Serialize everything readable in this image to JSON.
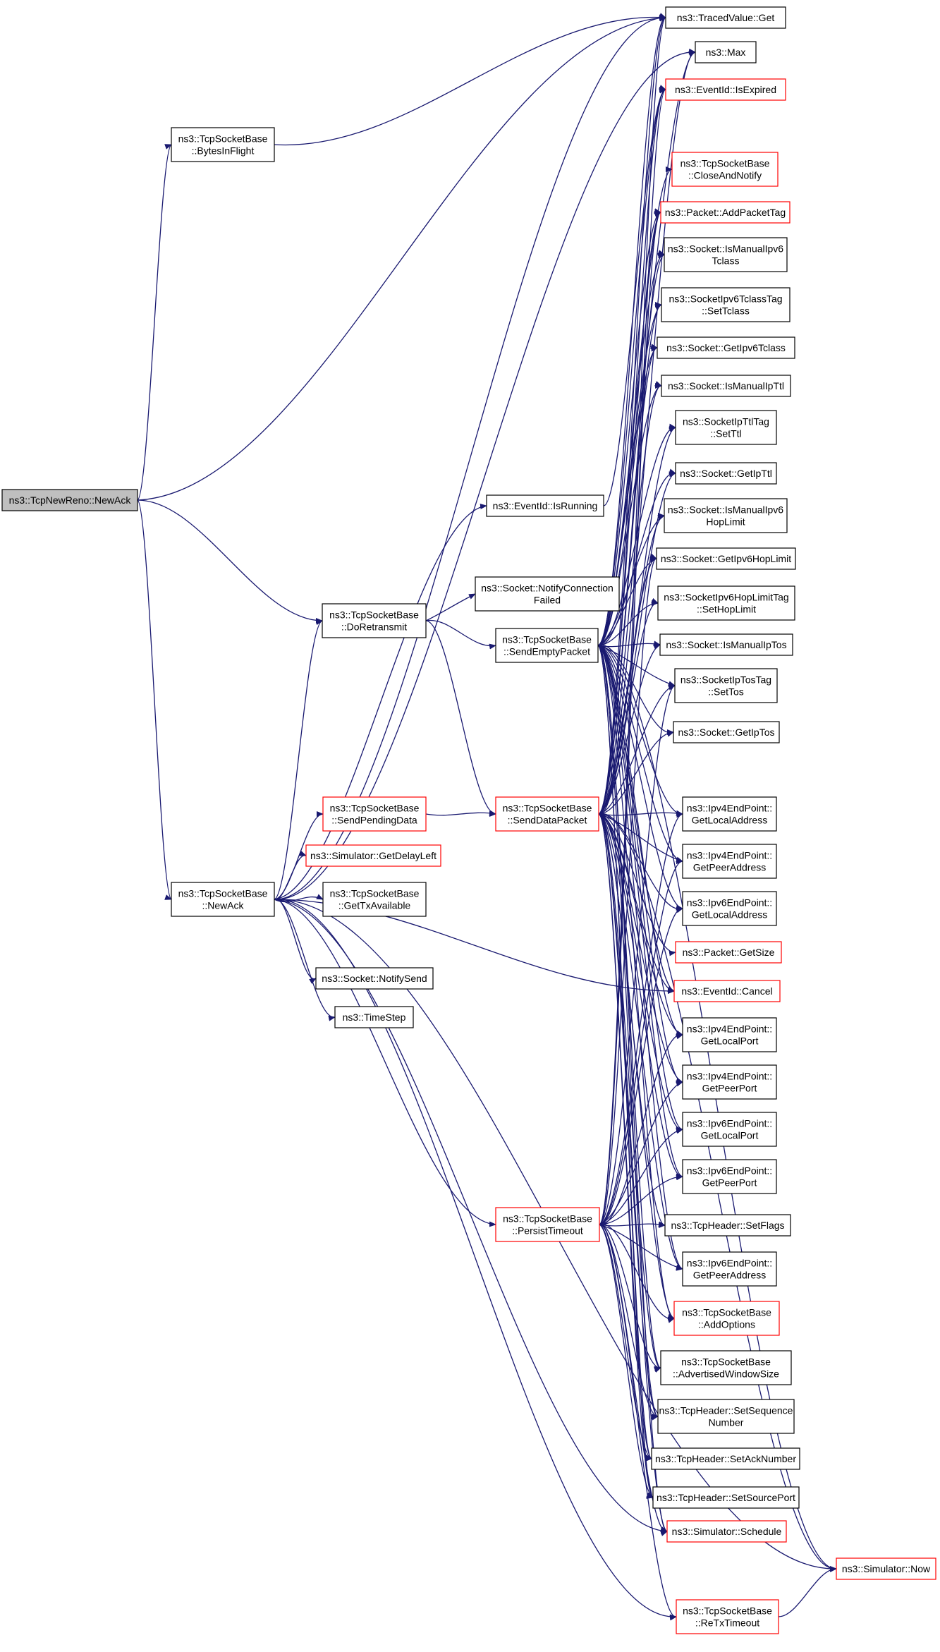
{
  "colors": {
    "edge": "#191970",
    "normal_border": "#000000",
    "highlight_border": "#ff0000",
    "root_fill": "#bfbfbf",
    "background": "#ffffff"
  },
  "nodes": [
    {
      "id": "traced-value-get",
      "lines": [
        "ns3::TracedValue::Get"
      ],
      "style": "normal"
    },
    {
      "id": "max",
      "lines": [
        "ns3::Max"
      ],
      "style": "normal"
    },
    {
      "id": "eventid-isexpired",
      "lines": [
        "ns3::EventId::IsExpired"
      ],
      "style": "red"
    },
    {
      "id": "tcp-bytesinflight",
      "lines": [
        "ns3::TcpSocketBase",
        "::BytesInFlight"
      ],
      "style": "normal"
    },
    {
      "id": "tcp-closeandnotify",
      "lines": [
        "ns3::TcpSocketBase",
        "::CloseAndNotify"
      ],
      "style": "red"
    },
    {
      "id": "packet-addpackettag",
      "lines": [
        "ns3::Packet::AddPacketTag"
      ],
      "style": "red"
    },
    {
      "id": "socket-ismanualipv6tclass",
      "lines": [
        "ns3::Socket::IsManualIpv6",
        "Tclass"
      ],
      "style": "normal"
    },
    {
      "id": "socketipv6tclasstag-settclass",
      "lines": [
        "ns3::SocketIpv6TclassTag",
        "::SetTclass"
      ],
      "style": "normal"
    },
    {
      "id": "socket-getipv6tclass",
      "lines": [
        "ns3::Socket::GetIpv6Tclass"
      ],
      "style": "normal"
    },
    {
      "id": "socket-ismanualipttl",
      "lines": [
        "ns3::Socket::IsManualIpTtl"
      ],
      "style": "normal"
    },
    {
      "id": "socketipttltag-setttl",
      "lines": [
        "ns3::SocketIpTtlTag",
        "::SetTtl"
      ],
      "style": "normal"
    },
    {
      "id": "tcpnewreno-newack",
      "lines": [
        "ns3::TcpNewReno::NewAck"
      ],
      "style": "root"
    },
    {
      "id": "eventid-isrunning",
      "lines": [
        "ns3::EventId::IsRunning"
      ],
      "style": "normal"
    },
    {
      "id": "socket-getipttl",
      "lines": [
        "ns3::Socket::GetIpTtl"
      ],
      "style": "normal"
    },
    {
      "id": "socket-ismanualipv6hoplimit",
      "lines": [
        "ns3::Socket::IsManualIpv6",
        "HopLimit"
      ],
      "style": "normal"
    },
    {
      "id": "socket-notifyconnectionfailed",
      "lines": [
        "ns3::Socket::NotifyConnection",
        "Failed"
      ],
      "style": "normal"
    },
    {
      "id": "socket-getipv6hoplimit",
      "lines": [
        "ns3::Socket::GetIpv6HopLimit"
      ],
      "style": "normal"
    },
    {
      "id": "tcp-doretransmit",
      "lines": [
        "ns3::TcpSocketBase",
        "::DoRetransmit"
      ],
      "style": "normal"
    },
    {
      "id": "tcp-sendemptypacket",
      "lines": [
        "ns3::TcpSocketBase",
        "::SendEmptyPacket"
      ],
      "style": "normal"
    },
    {
      "id": "socketipv6hoplimittag-sethoplimit",
      "lines": [
        "ns3::SocketIpv6HopLimitTag",
        "::SetHopLimit"
      ],
      "style": "normal"
    },
    {
      "id": "socket-ismanualiptos",
      "lines": [
        "ns3::Socket::IsManualIpTos"
      ],
      "style": "normal"
    },
    {
      "id": "socketiptostag-settos",
      "lines": [
        "ns3::SocketIpTosTag",
        "::SetTos"
      ],
      "style": "normal"
    },
    {
      "id": "socket-getiptos",
      "lines": [
        "ns3::Socket::GetIpTos"
      ],
      "style": "normal"
    },
    {
      "id": "tcp-sendpendingdata",
      "lines": [
        "ns3::TcpSocketBase",
        "::SendPendingData"
      ],
      "style": "red"
    },
    {
      "id": "tcp-senddatapacket",
      "lines": [
        "ns3::TcpSocketBase",
        "::SendDataPacket"
      ],
      "style": "red"
    },
    {
      "id": "ipv4ep-getlocaladdress",
      "lines": [
        "ns3::Ipv4EndPoint::",
        "GetLocalAddress"
      ],
      "style": "normal"
    },
    {
      "id": "simulator-getdelayleft",
      "lines": [
        "ns3::Simulator::GetDelayLeft"
      ],
      "style": "red"
    },
    {
      "id": "ipv4ep-getpeeraddress",
      "lines": [
        "ns3::Ipv4EndPoint::",
        "GetPeerAddress"
      ],
      "style": "normal"
    },
    {
      "id": "tcp-newack",
      "lines": [
        "ns3::TcpSocketBase",
        "::NewAck"
      ],
      "style": "normal"
    },
    {
      "id": "tcp-gettxavailable",
      "lines": [
        "ns3::TcpSocketBase",
        "::GetTxAvailable"
      ],
      "style": "normal"
    },
    {
      "id": "ipv6ep-getlocaladdress",
      "lines": [
        "ns3::Ipv6EndPoint::",
        "GetLocalAddress"
      ],
      "style": "normal"
    },
    {
      "id": "packet-getsize",
      "lines": [
        "ns3::Packet::GetSize"
      ],
      "style": "red"
    },
    {
      "id": "socket-notifysend",
      "lines": [
        "ns3::Socket::NotifySend"
      ],
      "style": "normal"
    },
    {
      "id": "eventid-cancel",
      "lines": [
        "ns3::EventId::Cancel"
      ],
      "style": "red"
    },
    {
      "id": "timestep",
      "lines": [
        "ns3::TimeStep"
      ],
      "style": "normal"
    },
    {
      "id": "ipv4ep-getlocalport",
      "lines": [
        "ns3::Ipv4EndPoint::",
        "GetLocalPort"
      ],
      "style": "normal"
    },
    {
      "id": "ipv4ep-getpeerport",
      "lines": [
        "ns3::Ipv4EndPoint::",
        "GetPeerPort"
      ],
      "style": "normal"
    },
    {
      "id": "ipv6ep-getlocalport",
      "lines": [
        "ns3::Ipv6EndPoint::",
        "GetLocalPort"
      ],
      "style": "normal"
    },
    {
      "id": "ipv6ep-getpeerport",
      "lines": [
        "ns3::Ipv6EndPoint::",
        "GetPeerPort"
      ],
      "style": "normal"
    },
    {
      "id": "tcp-persisttimeout",
      "lines": [
        "ns3::TcpSocketBase",
        "::PersistTimeout"
      ],
      "style": "red"
    },
    {
      "id": "tcpheader-setflags",
      "lines": [
        "ns3::TcpHeader::SetFlags"
      ],
      "style": "normal"
    },
    {
      "id": "ipv6ep-getpeeraddress",
      "lines": [
        "ns3::Ipv6EndPoint::",
        "GetPeerAddress"
      ],
      "style": "normal"
    },
    {
      "id": "tcp-addoptions",
      "lines": [
        "ns3::TcpSocketBase",
        "::AddOptions"
      ],
      "style": "red"
    },
    {
      "id": "tcp-advertisedwindowsize",
      "lines": [
        "ns3::TcpSocketBase",
        "::AdvertisedWindowSize"
      ],
      "style": "normal"
    },
    {
      "id": "tcpheader-setsequencenumber",
      "lines": [
        "ns3::TcpHeader::SetSequence",
        "Number"
      ],
      "style": "normal"
    },
    {
      "id": "tcpheader-setacknumber",
      "lines": [
        "ns3::TcpHeader::SetAckNumber"
      ],
      "style": "normal"
    },
    {
      "id": "tcpheader-setsourceport",
      "lines": [
        "ns3::TcpHeader::SetSourcePort"
      ],
      "style": "normal"
    },
    {
      "id": "simulator-schedule",
      "lines": [
        "ns3::Simulator::Schedule"
      ],
      "style": "red"
    },
    {
      "id": "simulator-now",
      "lines": [
        "ns3::Simulator::Now"
      ],
      "style": "red"
    },
    {
      "id": "tcp-retxtimeout",
      "lines": [
        "ns3::TcpSocketBase",
        "::ReTxTimeout"
      ],
      "style": "red"
    }
  ],
  "edges": [
    [
      "tcpnewreno-newack",
      "traced-value-get"
    ],
    [
      "tcpnewreno-newack",
      "tcp-bytesinflight"
    ],
    [
      "tcpnewreno-newack",
      "tcp-doretransmit"
    ],
    [
      "tcpnewreno-newack",
      "tcp-newack"
    ],
    [
      "tcp-bytesinflight",
      "traced-value-get"
    ],
    [
      "tcp-doretransmit",
      "socket-notifyconnectionfailed"
    ],
    [
      "tcp-doretransmit",
      "tcp-sendemptypacket"
    ],
    [
      "tcp-doretransmit",
      "tcp-senddatapacket"
    ],
    [
      "tcp-newack",
      "traced-value-get"
    ],
    [
      "tcp-newack",
      "max"
    ],
    [
      "tcp-newack",
      "eventid-isrunning"
    ],
    [
      "tcp-newack",
      "tcp-doretransmit"
    ],
    [
      "tcp-newack",
      "tcp-sendpendingdata"
    ],
    [
      "tcp-newack",
      "simulator-getdelayleft"
    ],
    [
      "tcp-newack",
      "tcp-gettxavailable"
    ],
    [
      "tcp-newack",
      "socket-notifysend"
    ],
    [
      "tcp-newack",
      "timestep"
    ],
    [
      "tcp-newack",
      "eventid-cancel"
    ],
    [
      "tcp-newack",
      "tcp-persisttimeout"
    ],
    [
      "tcp-newack",
      "simulator-schedule"
    ],
    [
      "tcp-newack",
      "tcp-retxtimeout"
    ],
    [
      "tcp-newack",
      "simulator-now"
    ],
    [
      "eventid-isrunning",
      "eventid-isexpired"
    ],
    [
      "tcp-sendpendingdata",
      "tcp-senddatapacket"
    ],
    [
      "tcp-sendemptypacket",
      "traced-value-get"
    ],
    [
      "tcp-sendemptypacket",
      "max"
    ],
    [
      "tcp-sendemptypacket",
      "eventid-isexpired"
    ],
    [
      "tcp-sendemptypacket",
      "tcp-closeandnotify"
    ],
    [
      "tcp-sendemptypacket",
      "packet-addpackettag"
    ],
    [
      "tcp-sendemptypacket",
      "socket-ismanualipv6tclass"
    ],
    [
      "tcp-sendemptypacket",
      "socketipv6tclasstag-settclass"
    ],
    [
      "tcp-sendemptypacket",
      "socket-getipv6tclass"
    ],
    [
      "tcp-sendemptypacket",
      "socket-ismanualipttl"
    ],
    [
      "tcp-sendemptypacket",
      "socketipttltag-setttl"
    ],
    [
      "tcp-sendemptypacket",
      "socket-getipttl"
    ],
    [
      "tcp-sendemptypacket",
      "socket-ismanualipv6hoplimit"
    ],
    [
      "tcp-sendemptypacket",
      "socket-getipv6hoplimit"
    ],
    [
      "tcp-sendemptypacket",
      "socketipv6hoplimittag-sethoplimit"
    ],
    [
      "tcp-sendemptypacket",
      "socket-ismanualiptos"
    ],
    [
      "tcp-sendemptypacket",
      "socketiptostag-settos"
    ],
    [
      "tcp-sendemptypacket",
      "socket-getiptos"
    ],
    [
      "tcp-sendemptypacket",
      "ipv4ep-getlocaladdress"
    ],
    [
      "tcp-sendemptypacket",
      "ipv4ep-getpeeraddress"
    ],
    [
      "tcp-sendemptypacket",
      "ipv6ep-getlocaladdress"
    ],
    [
      "tcp-sendemptypacket",
      "eventid-cancel"
    ],
    [
      "tcp-sendemptypacket",
      "ipv4ep-getlocalport"
    ],
    [
      "tcp-sendemptypacket",
      "ipv4ep-getpeerport"
    ],
    [
      "tcp-sendemptypacket",
      "ipv6ep-getlocalport"
    ],
    [
      "tcp-sendemptypacket",
      "ipv6ep-getpeerport"
    ],
    [
      "tcp-sendemptypacket",
      "ipv6ep-getpeeraddress"
    ],
    [
      "tcp-sendemptypacket",
      "tcp-addoptions"
    ],
    [
      "tcp-sendemptypacket",
      "tcp-advertisedwindowsize"
    ],
    [
      "tcp-sendemptypacket",
      "tcpheader-setsequencenumber"
    ],
    [
      "tcp-sendemptypacket",
      "tcpheader-setacknumber"
    ],
    [
      "tcp-sendemptypacket",
      "tcpheader-setsourceport"
    ],
    [
      "tcp-sendemptypacket",
      "simulator-schedule"
    ],
    [
      "tcp-sendemptypacket",
      "simulator-now"
    ],
    [
      "tcp-senddatapacket",
      "traced-value-get"
    ],
    [
      "tcp-senddatapacket",
      "max"
    ],
    [
      "tcp-senddatapacket",
      "eventid-isexpired"
    ],
    [
      "tcp-senddatapacket",
      "packet-addpackettag"
    ],
    [
      "tcp-senddatapacket",
      "socket-ismanualipv6tclass"
    ],
    [
      "tcp-senddatapacket",
      "socketipv6tclasstag-settclass"
    ],
    [
      "tcp-senddatapacket",
      "socket-getipv6tclass"
    ],
    [
      "tcp-senddatapacket",
      "socket-ismanualipttl"
    ],
    [
      "tcp-senddatapacket",
      "socketipttltag-setttl"
    ],
    [
      "tcp-senddatapacket",
      "socket-getipttl"
    ],
    [
      "tcp-senddatapacket",
      "socket-ismanualipv6hoplimit"
    ],
    [
      "tcp-senddatapacket",
      "socket-getipv6hoplimit"
    ],
    [
      "tcp-senddatapacket",
      "socketipv6hoplimittag-sethoplimit"
    ],
    [
      "tcp-senddatapacket",
      "socket-ismanualiptos"
    ],
    [
      "tcp-senddatapacket",
      "socketiptostag-settos"
    ],
    [
      "tcp-senddatapacket",
      "socket-getiptos"
    ],
    [
      "tcp-senddatapacket",
      "ipv4ep-getlocaladdress"
    ],
    [
      "tcp-senddatapacket",
      "ipv4ep-getpeeraddress"
    ],
    [
      "tcp-senddatapacket",
      "ipv6ep-getlocaladdress"
    ],
    [
      "tcp-senddatapacket",
      "packet-getsize"
    ],
    [
      "tcp-senddatapacket",
      "eventid-cancel"
    ],
    [
      "tcp-senddatapacket",
      "ipv4ep-getlocalport"
    ],
    [
      "tcp-senddatapacket",
      "ipv4ep-getpeerport"
    ],
    [
      "tcp-senddatapacket",
      "ipv6ep-getlocalport"
    ],
    [
      "tcp-senddatapacket",
      "ipv6ep-getpeerport"
    ],
    [
      "tcp-senddatapacket",
      "tcpheader-setflags"
    ],
    [
      "tcp-senddatapacket",
      "ipv6ep-getpeeraddress"
    ],
    [
      "tcp-senddatapacket",
      "tcp-addoptions"
    ],
    [
      "tcp-senddatapacket",
      "tcp-advertisedwindowsize"
    ],
    [
      "tcp-senddatapacket",
      "tcpheader-setsequencenumber"
    ],
    [
      "tcp-senddatapacket",
      "tcpheader-setacknumber"
    ],
    [
      "tcp-senddatapacket",
      "tcpheader-setsourceport"
    ],
    [
      "tcp-senddatapacket",
      "simulator-schedule"
    ],
    [
      "tcp-senddatapacket",
      "simulator-now"
    ],
    [
      "tcp-persisttimeout",
      "traced-value-get"
    ],
    [
      "tcp-persisttimeout",
      "eventid-isexpired"
    ],
    [
      "tcp-persisttimeout",
      "packet-addpackettag"
    ],
    [
      "tcp-persisttimeout",
      "socket-getipv6hoplimit"
    ],
    [
      "tcp-persisttimeout",
      "socketiptostag-settos"
    ],
    [
      "tcp-persisttimeout",
      "ipv4ep-getlocaladdress"
    ],
    [
      "tcp-persisttimeout",
      "ipv4ep-getpeeraddress"
    ],
    [
      "tcp-persisttimeout",
      "ipv6ep-getlocaladdress"
    ],
    [
      "tcp-persisttimeout",
      "ipv4ep-getlocalport"
    ],
    [
      "tcp-persisttimeout",
      "ipv4ep-getpeerport"
    ],
    [
      "tcp-persisttimeout",
      "ipv6ep-getlocalport"
    ],
    [
      "tcp-persisttimeout",
      "ipv6ep-getpeerport"
    ],
    [
      "tcp-persisttimeout",
      "tcpheader-setflags"
    ],
    [
      "tcp-persisttimeout",
      "ipv6ep-getpeeraddress"
    ],
    [
      "tcp-persisttimeout",
      "tcp-addoptions"
    ],
    [
      "tcp-persisttimeout",
      "tcp-advertisedwindowsize"
    ],
    [
      "tcp-persisttimeout",
      "tcpheader-setsequencenumber"
    ],
    [
      "tcp-persisttimeout",
      "tcpheader-setacknumber"
    ],
    [
      "tcp-persisttimeout",
      "tcpheader-setsourceport"
    ],
    [
      "tcp-persisttimeout",
      "simulator-schedule"
    ],
    [
      "tcp-persisttimeout",
      "tcp-retxtimeout"
    ],
    [
      "tcp-retxtimeout",
      "simulator-now"
    ]
  ]
}
